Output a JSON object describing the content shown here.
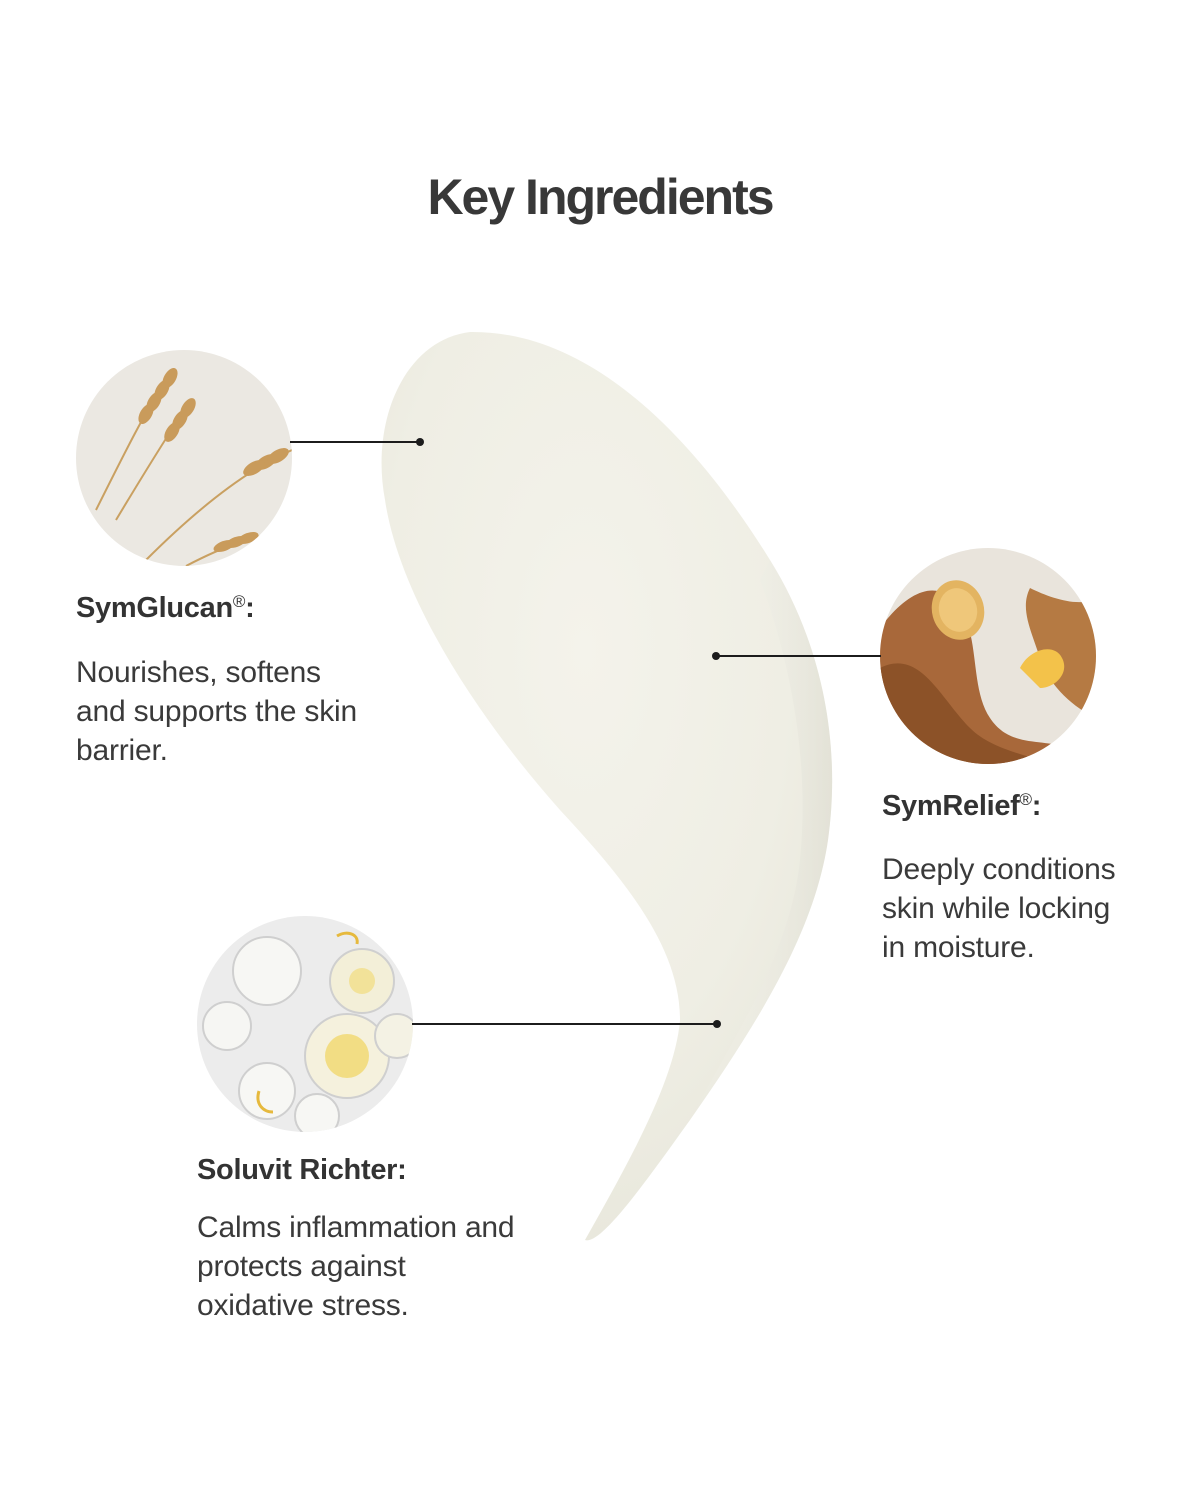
{
  "title": "Key Ingredients",
  "ingredients": [
    {
      "name": "SymGlucan",
      "mark": "®",
      "suffix": ":",
      "description": "Nourishes, softens and supports the skin barrier.",
      "image_icon": "wheat-ears-icon"
    },
    {
      "name": "SymRelief",
      "mark": "®",
      "suffix": ":",
      "description": "Deeply conditions skin while locking in moisture.",
      "image_icon": "ginger-root-icon"
    },
    {
      "name": "Soluvit Richter",
      "mark": "",
      "suffix": ":",
      "description": "Calms inflammation and protects against oxidative stress.",
      "image_icon": "oil-droplets-icon"
    }
  ],
  "colors": {
    "background": "#ffffff",
    "cream": "#efeee4",
    "text": "#333333",
    "line": "#1c1c1c"
  }
}
